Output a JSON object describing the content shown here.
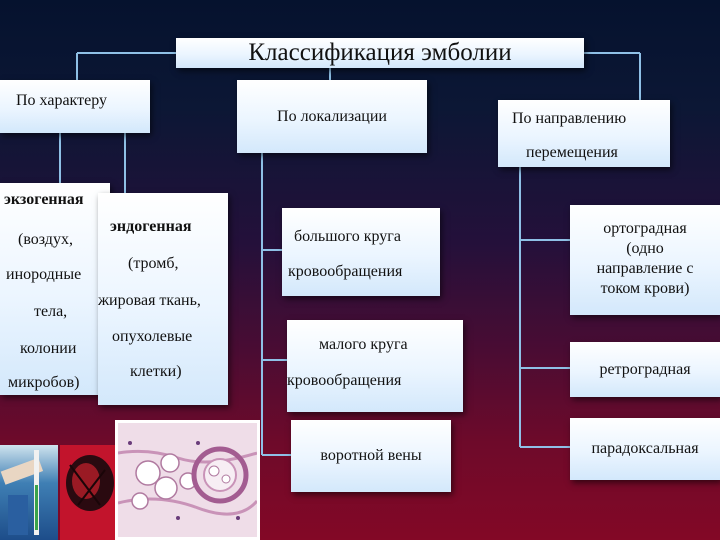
{
  "title": "Классификация эмболии",
  "categories": {
    "character": "По характеру",
    "localization": "По локализации",
    "direction_line1": "По направлению",
    "direction_line2": "перемещения"
  },
  "character": {
    "exogenous": {
      "title": "экзогенная",
      "lines": [
        "(воздух,",
        "инородные",
        "тела,",
        "колонии",
        "микробов)"
      ]
    },
    "endogenous": {
      "title": "эндогенная",
      "lines": [
        "(тромб,",
        "жировая ткань,",
        "опухолевые",
        "клетки)"
      ]
    }
  },
  "localization": {
    "big_circle": [
      "большого круга",
      "кровообращения"
    ],
    "small_circle": [
      "малого круга",
      "кровообращения"
    ],
    "portal": "воротной вены"
  },
  "direction": {
    "orthograde": [
      "ортоградная",
      "(одно",
      "направление с",
      "током крови)"
    ],
    "retrograde": "ретроградная",
    "paradoxical": "парадоксальная"
  },
  "colors": {
    "connector": "#8fc0e6",
    "box_top": "#ffffff",
    "box_bottom": "#d3e8fb"
  }
}
